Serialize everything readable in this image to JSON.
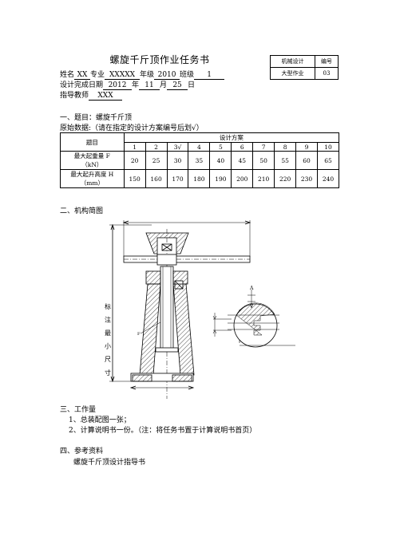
{
  "title": "螺旋千斤顶作业任务书",
  "meta_table": {
    "r1c1": "机械设计",
    "r1c2": "编号",
    "r2c1": "大型作业",
    "r2c2": "03"
  },
  "info": {
    "name_label": "姓名",
    "name_value": "XX",
    "major_label": "专业",
    "major_value": "XXXXX",
    "grade_label": "年级",
    "grade_value": "2010",
    "class_label": "班级",
    "class_value": "1",
    "date_label": "设计完成日期",
    "year_value": "2012",
    "year_unit": "年",
    "month_value": "11",
    "month_unit": "月",
    "day_value": "25",
    "day_unit": "日",
    "teacher_label": "指导教师",
    "teacher_value": "XXX"
  },
  "section1": {
    "heading": "一、题目：螺旋千斤顶",
    "subheading": "原始数据:（请在指定的设计方案编号后划√）"
  },
  "design_table": {
    "topic_header": "题目",
    "scheme_header": "设计方案",
    "numbers": [
      "1",
      "2",
      "3√",
      "4",
      "5",
      "6",
      "7",
      "8",
      "9",
      "10"
    ],
    "row1_label_1": "最大起重量 F",
    "row1_label_2": "（kN）",
    "row1_values": [
      "20",
      "25",
      "30",
      "35",
      "40",
      "45",
      "50",
      "55",
      "60",
      "65"
    ],
    "row2_label_1": "最大起升高度 H",
    "row2_label_2": "（mm）",
    "row2_values": [
      "150",
      "160",
      "170",
      "180",
      "190",
      "200",
      "210",
      "220",
      "230",
      "240"
    ]
  },
  "section2": {
    "heading": "二、机构简图"
  },
  "drawing": {
    "side_label": "标 注 最 小 尺 寸",
    "section_mark": "A",
    "mark_f": "F"
  },
  "section3": {
    "heading": "三、工作量",
    "item1": "1、总装配图一张；",
    "item2": "2、计算说明书一份。（注：将任务书置于计算说明书首页）"
  },
  "section4": {
    "heading": "四、参考资料",
    "item1": "螺旋千斤顶设计指导书"
  }
}
